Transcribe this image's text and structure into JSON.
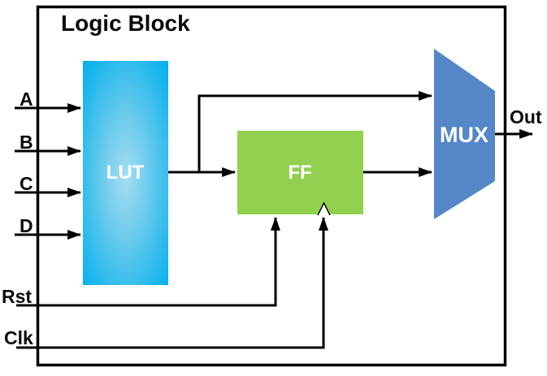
{
  "diagram": {
    "title": "Logic Block",
    "blocks": {
      "lut": {
        "label": "LUT"
      },
      "ff": {
        "label": "FF"
      },
      "mux": {
        "label": "MUX"
      }
    },
    "ports": {
      "a": "A",
      "b": "B",
      "c": "C",
      "d": "D",
      "rst": "Rst",
      "clk": "Clk",
      "out": "Out"
    },
    "colors": {
      "lut_edge": "#00AEEF",
      "lut_center": "#A6DDEF",
      "ff_fill": "#92D050",
      "mux_fill": "#5586C8",
      "wire": "#000000",
      "border": "#000000",
      "background": "#FFFFFF"
    }
  }
}
